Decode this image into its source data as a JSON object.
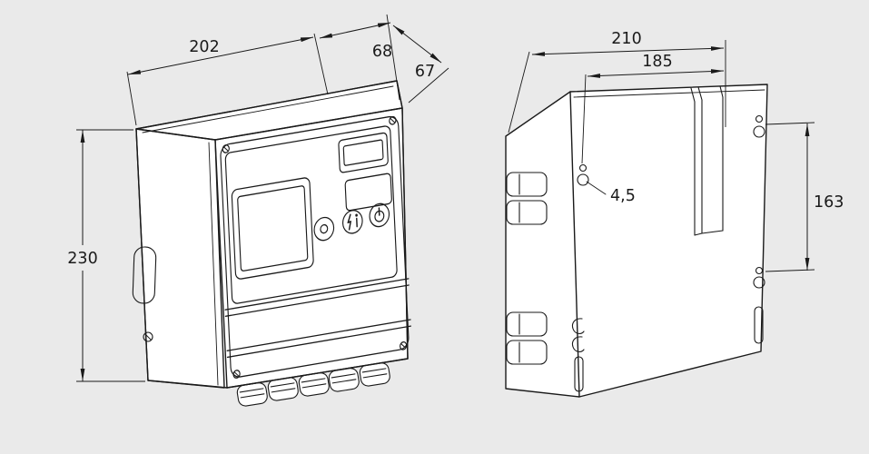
{
  "colors": {
    "background": "#eaeaea",
    "line": "#1a1a1a",
    "face": "#ffffff"
  },
  "views": {
    "front_isometric": {
      "dim_width": "202",
      "dim_depth_housing": "68",
      "dim_depth_cover": "67",
      "dim_height": "230"
    },
    "rear": {
      "dim_width": "210",
      "dim_mounting_width": "185",
      "dim_hole_diameter": "4,5",
      "dim_mounting_height": "163"
    }
  }
}
